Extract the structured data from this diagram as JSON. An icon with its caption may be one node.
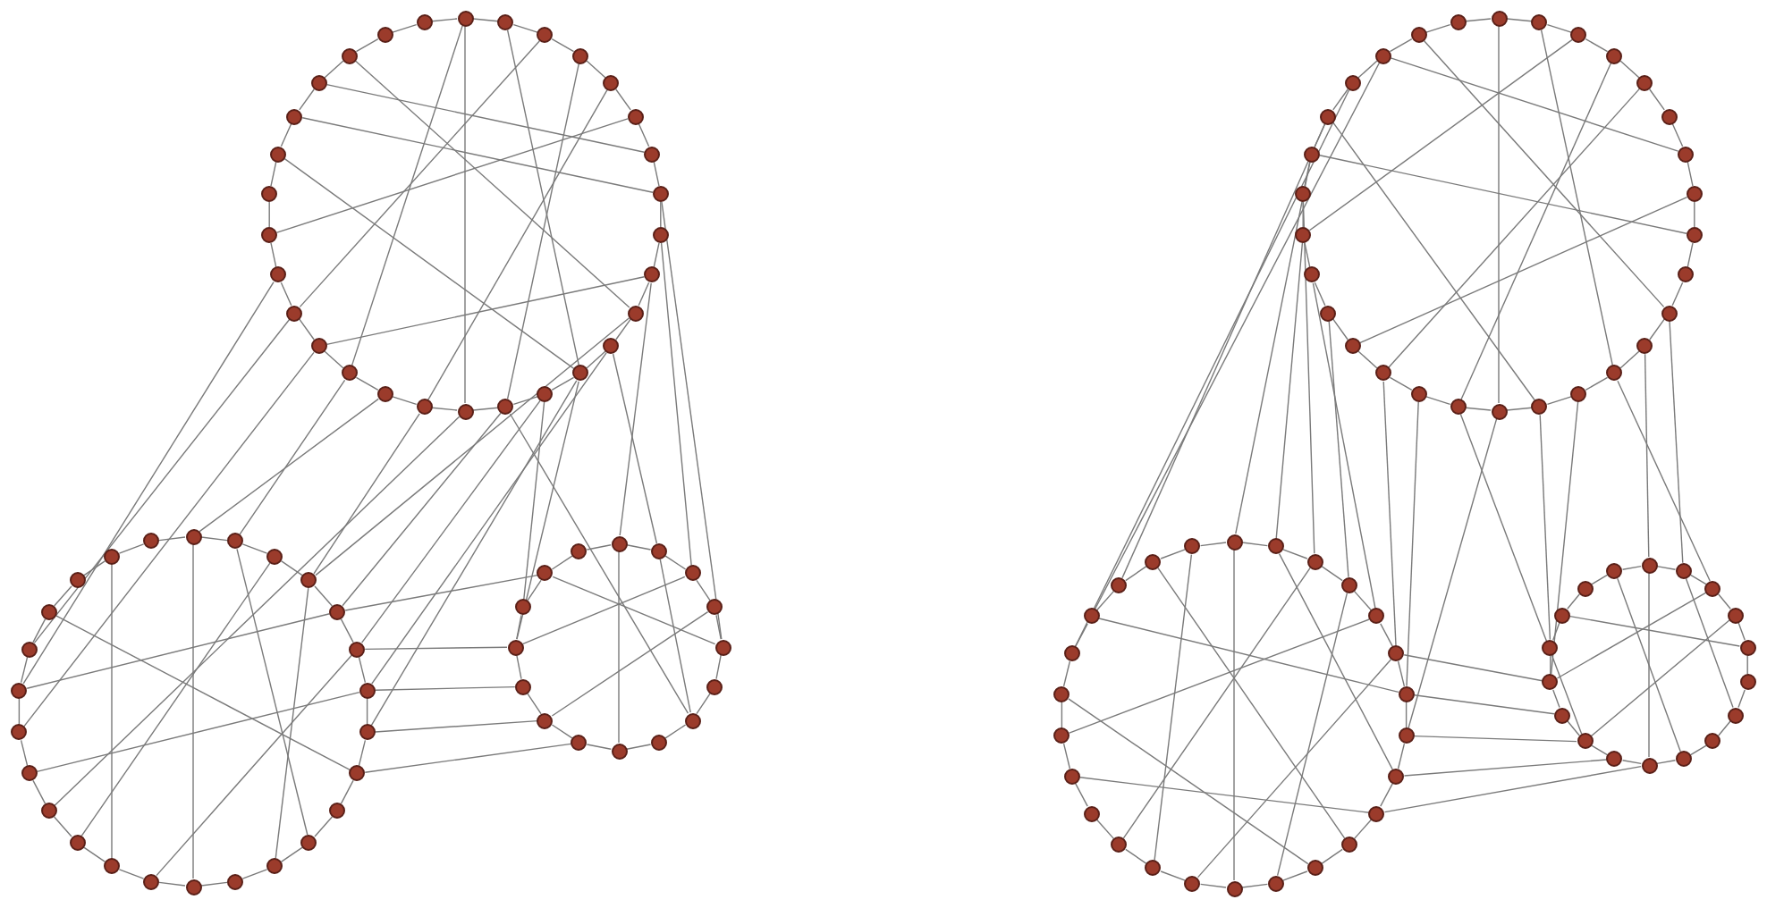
{
  "diagram": {
    "nodes": [
      {
        "text": [],
        "shape": "circle"
      },
      {
        "text": [],
        "shape": "circle"
      },
      {
        "text": [],
        "shape": "circle"
      },
      {
        "text": [],
        "shape": "circle"
      },
      {
        "text": [],
        "shape": "circle"
      },
      {
        "text": [],
        "shape": "circle"
      },
      {
        "text": [],
        "shape": "circle"
      },
      {
        "text": [],
        "shape": "circle"
      },
      {
        "text": [],
        "shape": "circle"
      },
      {
        "text": [],
        "shape": "circle"
      },
      {
        "text": [],
        "shape": "circle"
      },
      {
        "text": [],
        "shape": "circle"
      },
      {
        "text": [],
        "shape": "circle"
      },
      {
        "text": [],
        "shape": "circle"
      },
      {
        "text": [],
        "shape": "circle"
      },
      {
        "text": [],
        "shape": "circle"
      },
      {
        "text": [],
        "shape": "circle"
      },
      {
        "text": [],
        "shape": "circle"
      },
      {
        "text": [],
        "shape": "circle"
      },
      {
        "text": [],
        "shape": "circle"
      },
      {
        "text": [],
        "shape": "circle"
      },
      {
        "text": [],
        "shape": "circle"
      },
      {
        "text": [],
        "shape": "circle"
      },
      {
        "text": [],
        "shape": "circle"
      },
      {
        "text": [],
        "shape": "circle"
      },
      {
        "text": [],
        "shape": "circle"
      },
      {
        "text": [],
        "shape": "circle"
      },
      {
        "text": [],
        "shape": "circle"
      },
      {
        "text": [],
        "shape": "circle"
      },
      {
        "text": [],
        "shape": "circle"
      },
      {
        "text": [],
        "shape": "circle"
      },
      {
        "text": [],
        "shape": "circle"
      },
      {
        "text": [],
        "shape": "circle"
      },
      {
        "text": [],
        "shape": "circle"
      },
      {
        "text": [],
        "shape": "circle"
      },
      {
        "text": [],
        "shape": "circle"
      },
      {
        "text": [],
        "shape": "circle"
      },
      {
        "text": [],
        "shape": "circle"
      },
      {
        "text": [],
        "shape": "circle"
      },
      {
        "text": [],
        "shape": "circle"
      },
      {
        "text": [],
        "shape": "circle"
      },
      {
        "text": [],
        "shape": "circle"
      },
      {
        "text": [],
        "shape": "circle"
      },
      {
        "text": [],
        "shape": "circle"
      },
      {
        "text": [],
        "shape": "circle"
      },
      {
        "text": [],
        "shape": "circle"
      },
      {
        "text": [],
        "shape": "circle"
      },
      {
        "text": [],
        "shape": "circle"
      },
      {
        "text": [],
        "shape": "circle"
      },
      {
        "text": [],
        "shape": "circle"
      },
      {
        "text": [],
        "shape": "circle"
      },
      {
        "text": [],
        "shape": "circle"
      },
      {
        "text": [],
        "shape": "circle"
      },
      {
        "text": [],
        "shape": "circle"
      },
      {
        "text": [],
        "shape": "circle"
      },
      {
        "text": [],
        "shape": "circle"
      },
      {
        "text": [],
        "shape": "circle"
      },
      {
        "text": [],
        "shape": "circle"
      },
      {
        "text": [],
        "shape": "circle"
      },
      {
        "text": [],
        "shape": "circle"
      },
      {
        "text": [],
        "shape": "circle"
      },
      {
        "text": [],
        "shape": "circle"
      },
      {
        "text": [],
        "shape": "circle"
      },
      {
        "text": [],
        "shape": "circle"
      },
      {
        "text": [],
        "shape": "circle"
      },
      {
        "text": [],
        "shape": "circle"
      },
      {
        "text": [],
        "shape": "circle"
      },
      {
        "text": [],
        "shape": "circle"
      },
      {
        "text": [],
        "shape": "circle"
      },
      {
        "text": [],
        "shape": "circle"
      },
      {
        "text": [],
        "shape": "circle"
      },
      {
        "text": [],
        "shape": "circle"
      },
      {
        "text": [],
        "shape": "circle"
      },
      {
        "text": [],
        "shape": "circle"
      },
      {
        "text": [],
        "shape": "circle"
      },
      {
        "text": [],
        "shape": "circle"
      },
      {
        "text": [],
        "shape": "circle"
      },
      {
        "text": [],
        "shape": "circle"
      },
      {
        "text": [],
        "shape": "circle"
      },
      {
        "text": [],
        "shape": "circle"
      },
      {
        "text": [],
        "shape": "circle"
      },
      {
        "text": [],
        "shape": "circle"
      },
      {
        "text": [],
        "shape": "circle"
      },
      {
        "text": [],
        "shape": "circle"
      },
      {
        "text": [],
        "shape": "circle"
      },
      {
        "text": [],
        "shape": "circle"
      },
      {
        "text": [],
        "shape": "circle"
      },
      {
        "text": [],
        "shape": "circle"
      },
      {
        "text": [],
        "shape": "circle"
      },
      {
        "text": [],
        "shape": "circle"
      },
      {
        "text": [],
        "shape": "circle"
      },
      {
        "text": [],
        "shape": "circle"
      },
      {
        "text": [],
        "shape": "circle"
      },
      {
        "text": [],
        "shape": "circle"
      },
      {
        "text": [],
        "shape": "circle"
      },
      {
        "text": [],
        "shape": "circle"
      },
      {
        "text": [],
        "shape": "circle"
      },
      {
        "text": [],
        "shape": "circle"
      },
      {
        "text": [],
        "shape": "circle"
      },
      {
        "text": [],
        "shape": "circle"
      },
      {
        "text": [],
        "shape": "circle"
      },
      {
        "text": [],
        "shape": "circle"
      },
      {
        "text": [],
        "shape": "circle"
      },
      {
        "text": [],
        "shape": "circle"
      },
      {
        "text": [],
        "shape": "circle"
      },
      {
        "text": [],
        "shape": "circle"
      },
      {
        "text": [],
        "shape": "circle"
      },
      {
        "text": [],
        "shape": "circle"
      },
      {
        "text": [],
        "shape": "circle"
      },
      {
        "text": [],
        "shape": "circle"
      },
      {
        "text": [],
        "shape": "circle"
      },
      {
        "text": [],
        "shape": "circle"
      },
      {
        "text": [],
        "shape": "circle"
      },
      {
        "text": [],
        "shape": "circle"
      },
      {
        "text": [],
        "shape": "circle"
      },
      {
        "text": [],
        "shape": "circle"
      },
      {
        "text": [],
        "shape": "circle"
      },
      {
        "text": [],
        "shape": "circle"
      },
      {
        "text": [],
        "shape": "circle"
      },
      {
        "text": [],
        "shape": "circle"
      },
      {
        "text": [],
        "shape": "circle"
      },
      {
        "text": [],
        "shape": "circle"
      },
      {
        "text": [],
        "shape": "circle"
      },
      {
        "text": [],
        "shape": "circle"
      },
      {
        "text": [],
        "shape": "circle"
      },
      {
        "text": [],
        "shape": "circle"
      },
      {
        "text": [],
        "shape": "circle"
      },
      {
        "text": [],
        "shape": "circle"
      },
      {
        "text": [],
        "shape": "circle"
      },
      {
        "text": [],
        "shape": "circle"
      },
      {
        "text": [],
        "shape": "circle"
      },
      {
        "text": [],
        "shape": "circle"
      },
      {
        "text": [],
        "shape": "circle"
      },
      {
        "text": [],
        "shape": "circle"
      },
      {
        "text": [],
        "shape": "circle"
      },
      {
        "text": [],
        "shape": "circle"
      },
      {
        "text": [],
        "shape": "circle"
      },
      {
        "text": [],
        "shape": "circle"
      },
      {
        "text": [],
        "shape": "circle"
      },
      {
        "text": [],
        "shape": "circle"
      },
      {
        "text": [],
        "shape": "circle"
      },
      {
        "text": [],
        "shape": "circle"
      },
      {
        "text": [],
        "shape": "circle"
      },
      {
        "text": [],
        "shape": "circle"
      },
      {
        "text": [],
        "shape": "circle"
      },
      {
        "text": [],
        "shape": "circle"
      }
    ],
    "edges": [
      {
        "from": 0,
        "to": 1,
        "arrow": "none"
      },
      {
        "from": 1,
        "to": 2,
        "arrow": "none"
      },
      {
        "from": 2,
        "to": 3,
        "arrow": "none"
      },
      {
        "from": 3,
        "to": 4,
        "arrow": "none"
      },
      {
        "from": 4,
        "to": 5,
        "arrow": "none"
      },
      {
        "from": 5,
        "to": 6,
        "arrow": "none"
      },
      {
        "from": 6,
        "to": 7,
        "arrow": "none"
      },
      {
        "from": 7,
        "to": 8,
        "arrow": "none"
      },
      {
        "from": 8,
        "to": 9,
        "arrow": "none"
      },
      {
        "from": 9,
        "to": 10,
        "arrow": "none"
      },
      {
        "from": 10,
        "to": 11,
        "arrow": "none"
      },
      {
        "from": 11,
        "to": 12,
        "arrow": "none"
      },
      {
        "from": 12,
        "to": 13,
        "arrow": "none"
      },
      {
        "from": 13,
        "to": 14,
        "arrow": "none"
      },
      {
        "from": 14,
        "to": 15,
        "arrow": "none"
      },
      {
        "from": 15,
        "to": 16,
        "arrow": "none"
      },
      {
        "from": 16,
        "to": 17,
        "arrow": "none"
      },
      {
        "from": 17,
        "to": 18,
        "arrow": "none"
      },
      {
        "from": 18,
        "to": 19,
        "arrow": "none"
      },
      {
        "from": 19,
        "to": 20,
        "arrow": "none"
      },
      {
        "from": 20,
        "to": 21,
        "arrow": "none"
      },
      {
        "from": 21,
        "to": 22,
        "arrow": "none"
      },
      {
        "from": 22,
        "to": 23,
        "arrow": "none"
      },
      {
        "from": 23,
        "to": 24,
        "arrow": "none"
      },
      {
        "from": 24,
        "to": 25,
        "arrow": "none"
      },
      {
        "from": 25,
        "to": 26,
        "arrow": "none"
      },
      {
        "from": 26,
        "to": 27,
        "arrow": "none"
      },
      {
        "from": 27,
        "to": 28,
        "arrow": "none"
      },
      {
        "from": 28,
        "to": 29,
        "arrow": "none"
      },
      {
        "from": 29,
        "to": 0,
        "arrow": "none"
      },
      {
        "from": 30,
        "to": 31,
        "arrow": "none"
      },
      {
        "from": 31,
        "to": 32,
        "arrow": "none"
      },
      {
        "from": 32,
        "to": 33,
        "arrow": "none"
      },
      {
        "from": 33,
        "to": 34,
        "arrow": "none"
      },
      {
        "from": 34,
        "to": 35,
        "arrow": "none"
      },
      {
        "from": 35,
        "to": 36,
        "arrow": "none"
      },
      {
        "from": 36,
        "to": 37,
        "arrow": "none"
      },
      {
        "from": 37,
        "to": 38,
        "arrow": "none"
      },
      {
        "from": 38,
        "to": 39,
        "arrow": "none"
      },
      {
        "from": 39,
        "to": 40,
        "arrow": "none"
      },
      {
        "from": 40,
        "to": 41,
        "arrow": "none"
      },
      {
        "from": 41,
        "to": 42,
        "arrow": "none"
      },
      {
        "from": 42,
        "to": 43,
        "arrow": "none"
      },
      {
        "from": 43,
        "to": 44,
        "arrow": "none"
      },
      {
        "from": 44,
        "to": 45,
        "arrow": "none"
      },
      {
        "from": 45,
        "to": 46,
        "arrow": "none"
      },
      {
        "from": 46,
        "to": 47,
        "arrow": "none"
      },
      {
        "from": 47,
        "to": 48,
        "arrow": "none"
      },
      {
        "from": 48,
        "to": 49,
        "arrow": "none"
      },
      {
        "from": 49,
        "to": 50,
        "arrow": "none"
      },
      {
        "from": 50,
        "to": 51,
        "arrow": "none"
      },
      {
        "from": 51,
        "to": 52,
        "arrow": "none"
      },
      {
        "from": 52,
        "to": 53,
        "arrow": "none"
      },
      {
        "from": 53,
        "to": 54,
        "arrow": "none"
      },
      {
        "from": 54,
        "to": 55,
        "arrow": "none"
      },
      {
        "from": 55,
        "to": 30,
        "arrow": "none"
      },
      {
        "from": 56,
        "to": 57,
        "arrow": "none"
      },
      {
        "from": 57,
        "to": 58,
        "arrow": "none"
      },
      {
        "from": 58,
        "to": 59,
        "arrow": "none"
      },
      {
        "from": 59,
        "to": 60,
        "arrow": "none"
      },
      {
        "from": 60,
        "to": 61,
        "arrow": "none"
      },
      {
        "from": 61,
        "to": 62,
        "arrow": "none"
      },
      {
        "from": 62,
        "to": 63,
        "arrow": "none"
      },
      {
        "from": 63,
        "to": 64,
        "arrow": "none"
      },
      {
        "from": 64,
        "to": 65,
        "arrow": "none"
      },
      {
        "from": 65,
        "to": 66,
        "arrow": "none"
      },
      {
        "from": 66,
        "to": 67,
        "arrow": "none"
      },
      {
        "from": 67,
        "to": 68,
        "arrow": "none"
      },
      {
        "from": 68,
        "to": 69,
        "arrow": "none"
      },
      {
        "from": 69,
        "to": 70,
        "arrow": "none"
      },
      {
        "from": 70,
        "to": 71,
        "arrow": "none"
      },
      {
        "from": 71,
        "to": 56,
        "arrow": "none"
      },
      {
        "from": 72,
        "to": 73,
        "arrow": "none"
      },
      {
        "from": 73,
        "to": 74,
        "arrow": "none"
      },
      {
        "from": 74,
        "to": 75,
        "arrow": "none"
      },
      {
        "from": 75,
        "to": 76,
        "arrow": "none"
      },
      {
        "from": 76,
        "to": 77,
        "arrow": "none"
      },
      {
        "from": 77,
        "to": 78,
        "arrow": "none"
      },
      {
        "from": 78,
        "to": 79,
        "arrow": "none"
      },
      {
        "from": 79,
        "to": 80,
        "arrow": "none"
      },
      {
        "from": 80,
        "to": 81,
        "arrow": "none"
      },
      {
        "from": 81,
        "to": 82,
        "arrow": "none"
      },
      {
        "from": 82,
        "to": 83,
        "arrow": "none"
      },
      {
        "from": 83,
        "to": 84,
        "arrow": "none"
      },
      {
        "from": 84,
        "to": 85,
        "arrow": "none"
      },
      {
        "from": 85,
        "to": 86,
        "arrow": "none"
      },
      {
        "from": 86,
        "to": 87,
        "arrow": "none"
      },
      {
        "from": 87,
        "to": 88,
        "arrow": "none"
      },
      {
        "from": 88,
        "to": 89,
        "arrow": "none"
      },
      {
        "from": 89,
        "to": 90,
        "arrow": "none"
      },
      {
        "from": 90,
        "to": 91,
        "arrow": "none"
      },
      {
        "from": 91,
        "to": 92,
        "arrow": "none"
      },
      {
        "from": 92,
        "to": 93,
        "arrow": "none"
      },
      {
        "from": 93,
        "to": 94,
        "arrow": "none"
      },
      {
        "from": 94,
        "to": 95,
        "arrow": "none"
      },
      {
        "from": 95,
        "to": 96,
        "arrow": "none"
      },
      {
        "from": 96,
        "to": 97,
        "arrow": "none"
      },
      {
        "from": 97,
        "to": 98,
        "arrow": "none"
      },
      {
        "from": 98,
        "to": 99,
        "arrow": "none"
      },
      {
        "from": 99,
        "to": 100,
        "arrow": "none"
      },
      {
        "from": 100,
        "to": 101,
        "arrow": "none"
      },
      {
        "from": 101,
        "to": 72,
        "arrow": "none"
      },
      {
        "from": 102,
        "to": 103,
        "arrow": "none"
      },
      {
        "from": 103,
        "to": 104,
        "arrow": "none"
      },
      {
        "from": 104,
        "to": 105,
        "arrow": "none"
      },
      {
        "from": 105,
        "to": 106,
        "arrow": "none"
      },
      {
        "from": 106,
        "to": 107,
        "arrow": "none"
      },
      {
        "from": 107,
        "to": 108,
        "arrow": "none"
      },
      {
        "from": 108,
        "to": 109,
        "arrow": "none"
      },
      {
        "from": 109,
        "to": 110,
        "arrow": "none"
      },
      {
        "from": 110,
        "to": 111,
        "arrow": "none"
      },
      {
        "from": 111,
        "to": 112,
        "arrow": "none"
      },
      {
        "from": 112,
        "to": 113,
        "arrow": "none"
      },
      {
        "from": 113,
        "to": 114,
        "arrow": "none"
      },
      {
        "from": 114,
        "to": 115,
        "arrow": "none"
      },
      {
        "from": 115,
        "to": 116,
        "arrow": "none"
      },
      {
        "from": 116,
        "to": 117,
        "arrow": "none"
      },
      {
        "from": 117,
        "to": 118,
        "arrow": "none"
      },
      {
        "from": 118,
        "to": 119,
        "arrow": "none"
      },
      {
        "from": 119,
        "to": 120,
        "arrow": "none"
      },
      {
        "from": 120,
        "to": 121,
        "arrow": "none"
      },
      {
        "from": 121,
        "to": 122,
        "arrow": "none"
      },
      {
        "from": 122,
        "to": 123,
        "arrow": "none"
      },
      {
        "from": 123,
        "to": 124,
        "arrow": "none"
      },
      {
        "from": 124,
        "to": 125,
        "arrow": "none"
      },
      {
        "from": 125,
        "to": 126,
        "arrow": "none"
      },
      {
        "from": 126,
        "to": 127,
        "arrow": "none"
      },
      {
        "from": 127,
        "to": 102,
        "arrow": "none"
      },
      {
        "from": 128,
        "to": 129,
        "arrow": "none"
      },
      {
        "from": 129,
        "to": 130,
        "arrow": "none"
      },
      {
        "from": 130,
        "to": 131,
        "arrow": "none"
      },
      {
        "from": 131,
        "to": 132,
        "arrow": "none"
      },
      {
        "from": 132,
        "to": 133,
        "arrow": "none"
      },
      {
        "from": 133,
        "to": 134,
        "arrow": "none"
      },
      {
        "from": 134,
        "to": 135,
        "arrow": "none"
      },
      {
        "from": 135,
        "to": 136,
        "arrow": "none"
      },
      {
        "from": 136,
        "to": 137,
        "arrow": "none"
      },
      {
        "from": 137,
        "to": 138,
        "arrow": "none"
      },
      {
        "from": 138,
        "to": 139,
        "arrow": "none"
      },
      {
        "from": 139,
        "to": 140,
        "arrow": "none"
      },
      {
        "from": 140,
        "to": 141,
        "arrow": "none"
      },
      {
        "from": 141,
        "to": 142,
        "arrow": "none"
      },
      {
        "from": 142,
        "to": 143,
        "arrow": "none"
      },
      {
        "from": 143,
        "to": 144,
        "arrow": "none"
      },
      {
        "from": 144,
        "to": 145,
        "arrow": "none"
      },
      {
        "from": 145,
        "to": 128,
        "arrow": "none"
      },
      {
        "from": 0,
        "to": 15,
        "arrow": "none"
      },
      {
        "from": 0,
        "to": 18,
        "arrow": "none"
      },
      {
        "from": 2,
        "to": 20,
        "arrow": "none"
      },
      {
        "from": 3,
        "to": 14,
        "arrow": "none"
      },
      {
        "from": 5,
        "to": 22,
        "arrow": "none"
      },
      {
        "from": 7,
        "to": 25,
        "arrow": "none"
      },
      {
        "from": 9,
        "to": 19,
        "arrow": "none"
      },
      {
        "from": 10,
        "to": 27,
        "arrow": "none"
      },
      {
        "from": 12,
        "to": 24,
        "arrow": "none"
      },
      {
        "from": 4,
        "to": 16,
        "arrow": "none"
      },
      {
        "from": 1,
        "to": 12,
        "arrow": "none"
      },
      {
        "from": 26,
        "to": 6,
        "arrow": "none"
      },
      {
        "from": 17,
        "to": 30,
        "arrow": "none"
      },
      {
        "from": 18,
        "to": 31,
        "arrow": "none"
      },
      {
        "from": 16,
        "to": 33,
        "arrow": "none"
      },
      {
        "from": 19,
        "to": 49,
        "arrow": "none"
      },
      {
        "from": 20,
        "to": 51,
        "arrow": "none"
      },
      {
        "from": 13,
        "to": 35,
        "arrow": "none"
      },
      {
        "from": 14,
        "to": 34,
        "arrow": "none"
      },
      {
        "from": 12,
        "to": 37,
        "arrow": "none"
      },
      {
        "from": 15,
        "to": 47,
        "arrow": "none"
      },
      {
        "from": 11,
        "to": 36,
        "arrow": "none"
      },
      {
        "from": 21,
        "to": 50,
        "arrow": "none"
      },
      {
        "from": 10,
        "to": 33,
        "arrow": "none"
      },
      {
        "from": 9,
        "to": 56,
        "arrow": "none"
      },
      {
        "from": 8,
        "to": 58,
        "arrow": "none"
      },
      {
        "from": 11,
        "to": 57,
        "arrow": "none"
      },
      {
        "from": 12,
        "to": 68,
        "arrow": "none"
      },
      {
        "from": 13,
        "to": 69,
        "arrow": "none"
      },
      {
        "from": 14,
        "to": 62,
        "arrow": "none"
      },
      {
        "from": 7,
        "to": 60,
        "arrow": "none"
      },
      {
        "from": 30,
        "to": 43,
        "arrow": "none"
      },
      {
        "from": 32,
        "to": 46,
        "arrow": "none"
      },
      {
        "from": 34,
        "to": 50,
        "arrow": "none"
      },
      {
        "from": 36,
        "to": 48,
        "arrow": "none"
      },
      {
        "from": 38,
        "to": 52,
        "arrow": "none"
      },
      {
        "from": 40,
        "to": 31,
        "arrow": "none"
      },
      {
        "from": 44,
        "to": 35,
        "arrow": "none"
      },
      {
        "from": 45,
        "to": 54,
        "arrow": "none"
      },
      {
        "from": 33,
        "to": 41,
        "arrow": "none"
      },
      {
        "from": 35,
        "to": 68,
        "arrow": "none"
      },
      {
        "from": 36,
        "to": 67,
        "arrow": "none"
      },
      {
        "from": 37,
        "to": 66,
        "arrow": "none"
      },
      {
        "from": 38,
        "to": 65,
        "arrow": "none"
      },
      {
        "from": 34,
        "to": 70,
        "arrow": "none"
      },
      {
        "from": 56,
        "to": 64,
        "arrow": "none"
      },
      {
        "from": 58,
        "to": 68,
        "arrow": "none"
      },
      {
        "from": 60,
        "to": 70,
        "arrow": "none"
      },
      {
        "from": 62,
        "to": 57,
        "arrow": "none"
      },
      {
        "from": 59,
        "to": 66,
        "arrow": "none"
      },
      {
        "from": 72,
        "to": 87,
        "arrow": "none"
      },
      {
        "from": 74,
        "to": 94,
        "arrow": "none"
      },
      {
        "from": 76,
        "to": 90,
        "arrow": "none"
      },
      {
        "from": 78,
        "to": 99,
        "arrow": "none"
      },
      {
        "from": 80,
        "to": 96,
        "arrow": "none"
      },
      {
        "from": 82,
        "to": 100,
        "arrow": "none"
      },
      {
        "from": 84,
        "to": 73,
        "arrow": "none"
      },
      {
        "from": 86,
        "to": 97,
        "arrow": "none"
      },
      {
        "from": 88,
        "to": 75,
        "arrow": "none"
      },
      {
        "from": 91,
        "to": 79,
        "arrow": "none"
      },
      {
        "from": 96,
        "to": 102,
        "arrow": "none"
      },
      {
        "from": 95,
        "to": 104,
        "arrow": "none"
      },
      {
        "from": 94,
        "to": 103,
        "arrow": "none"
      },
      {
        "from": 93,
        "to": 106,
        "arrow": "none"
      },
      {
        "from": 98,
        "to": 123,
        "arrow": "none"
      },
      {
        "from": 97,
        "to": 125,
        "arrow": "none"
      },
      {
        "from": 89,
        "to": 108,
        "arrow": "none"
      },
      {
        "from": 90,
        "to": 107,
        "arrow": "none"
      },
      {
        "from": 92,
        "to": 105,
        "arrow": "none"
      },
      {
        "from": 99,
        "to": 124,
        "arrow": "none"
      },
      {
        "from": 87,
        "to": 109,
        "arrow": "none"
      },
      {
        "from": 83,
        "to": 128,
        "arrow": "none"
      },
      {
        "from": 84,
        "to": 130,
        "arrow": "none"
      },
      {
        "from": 85,
        "to": 141,
        "arrow": "none"
      },
      {
        "from": 86,
        "to": 142,
        "arrow": "none"
      },
      {
        "from": 82,
        "to": 129,
        "arrow": "none"
      },
      {
        "from": 88,
        "to": 139,
        "arrow": "none"
      },
      {
        "from": 102,
        "to": 115,
        "arrow": "none"
      },
      {
        "from": 104,
        "to": 118,
        "arrow": "none"
      },
      {
        "from": 106,
        "to": 121,
        "arrow": "none"
      },
      {
        "from": 108,
        "to": 124,
        "arrow": "none"
      },
      {
        "from": 110,
        "to": 103,
        "arrow": "none"
      },
      {
        "from": 112,
        "to": 126,
        "arrow": "none"
      },
      {
        "from": 114,
        "to": 105,
        "arrow": "none"
      },
      {
        "from": 116,
        "to": 107,
        "arrow": "none"
      },
      {
        "from": 120,
        "to": 111,
        "arrow": "none"
      },
      {
        "from": 122,
        "to": 113,
        "arrow": "none"
      },
      {
        "from": 117,
        "to": 127,
        "arrow": "none"
      },
      {
        "from": 108,
        "to": 140,
        "arrow": "none"
      },
      {
        "from": 109,
        "to": 139,
        "arrow": "none"
      },
      {
        "from": 110,
        "to": 138,
        "arrow": "none"
      },
      {
        "from": 111,
        "to": 137,
        "arrow": "none"
      },
      {
        "from": 107,
        "to": 141,
        "arrow": "none"
      },
      {
        "from": 128,
        "to": 137,
        "arrow": "none"
      },
      {
        "from": 130,
        "to": 141,
        "arrow": "none"
      },
      {
        "from": 132,
        "to": 143,
        "arrow": "none"
      },
      {
        "from": 134,
        "to": 129,
        "arrow": "none"
      },
      {
        "from": 136,
        "to": 145,
        "arrow": "none"
      },
      {
        "from": 139,
        "to": 131,
        "arrow": "none"
      }
    ]
  }
}
